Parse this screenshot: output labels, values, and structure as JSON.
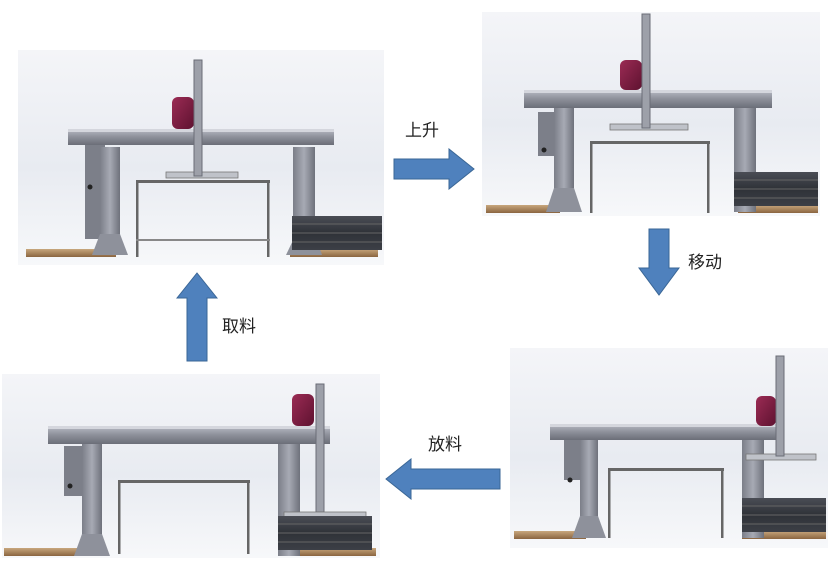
{
  "steps": {
    "lift": "上升",
    "move": "移动",
    "release": "放料",
    "pick": "取料"
  }
}
